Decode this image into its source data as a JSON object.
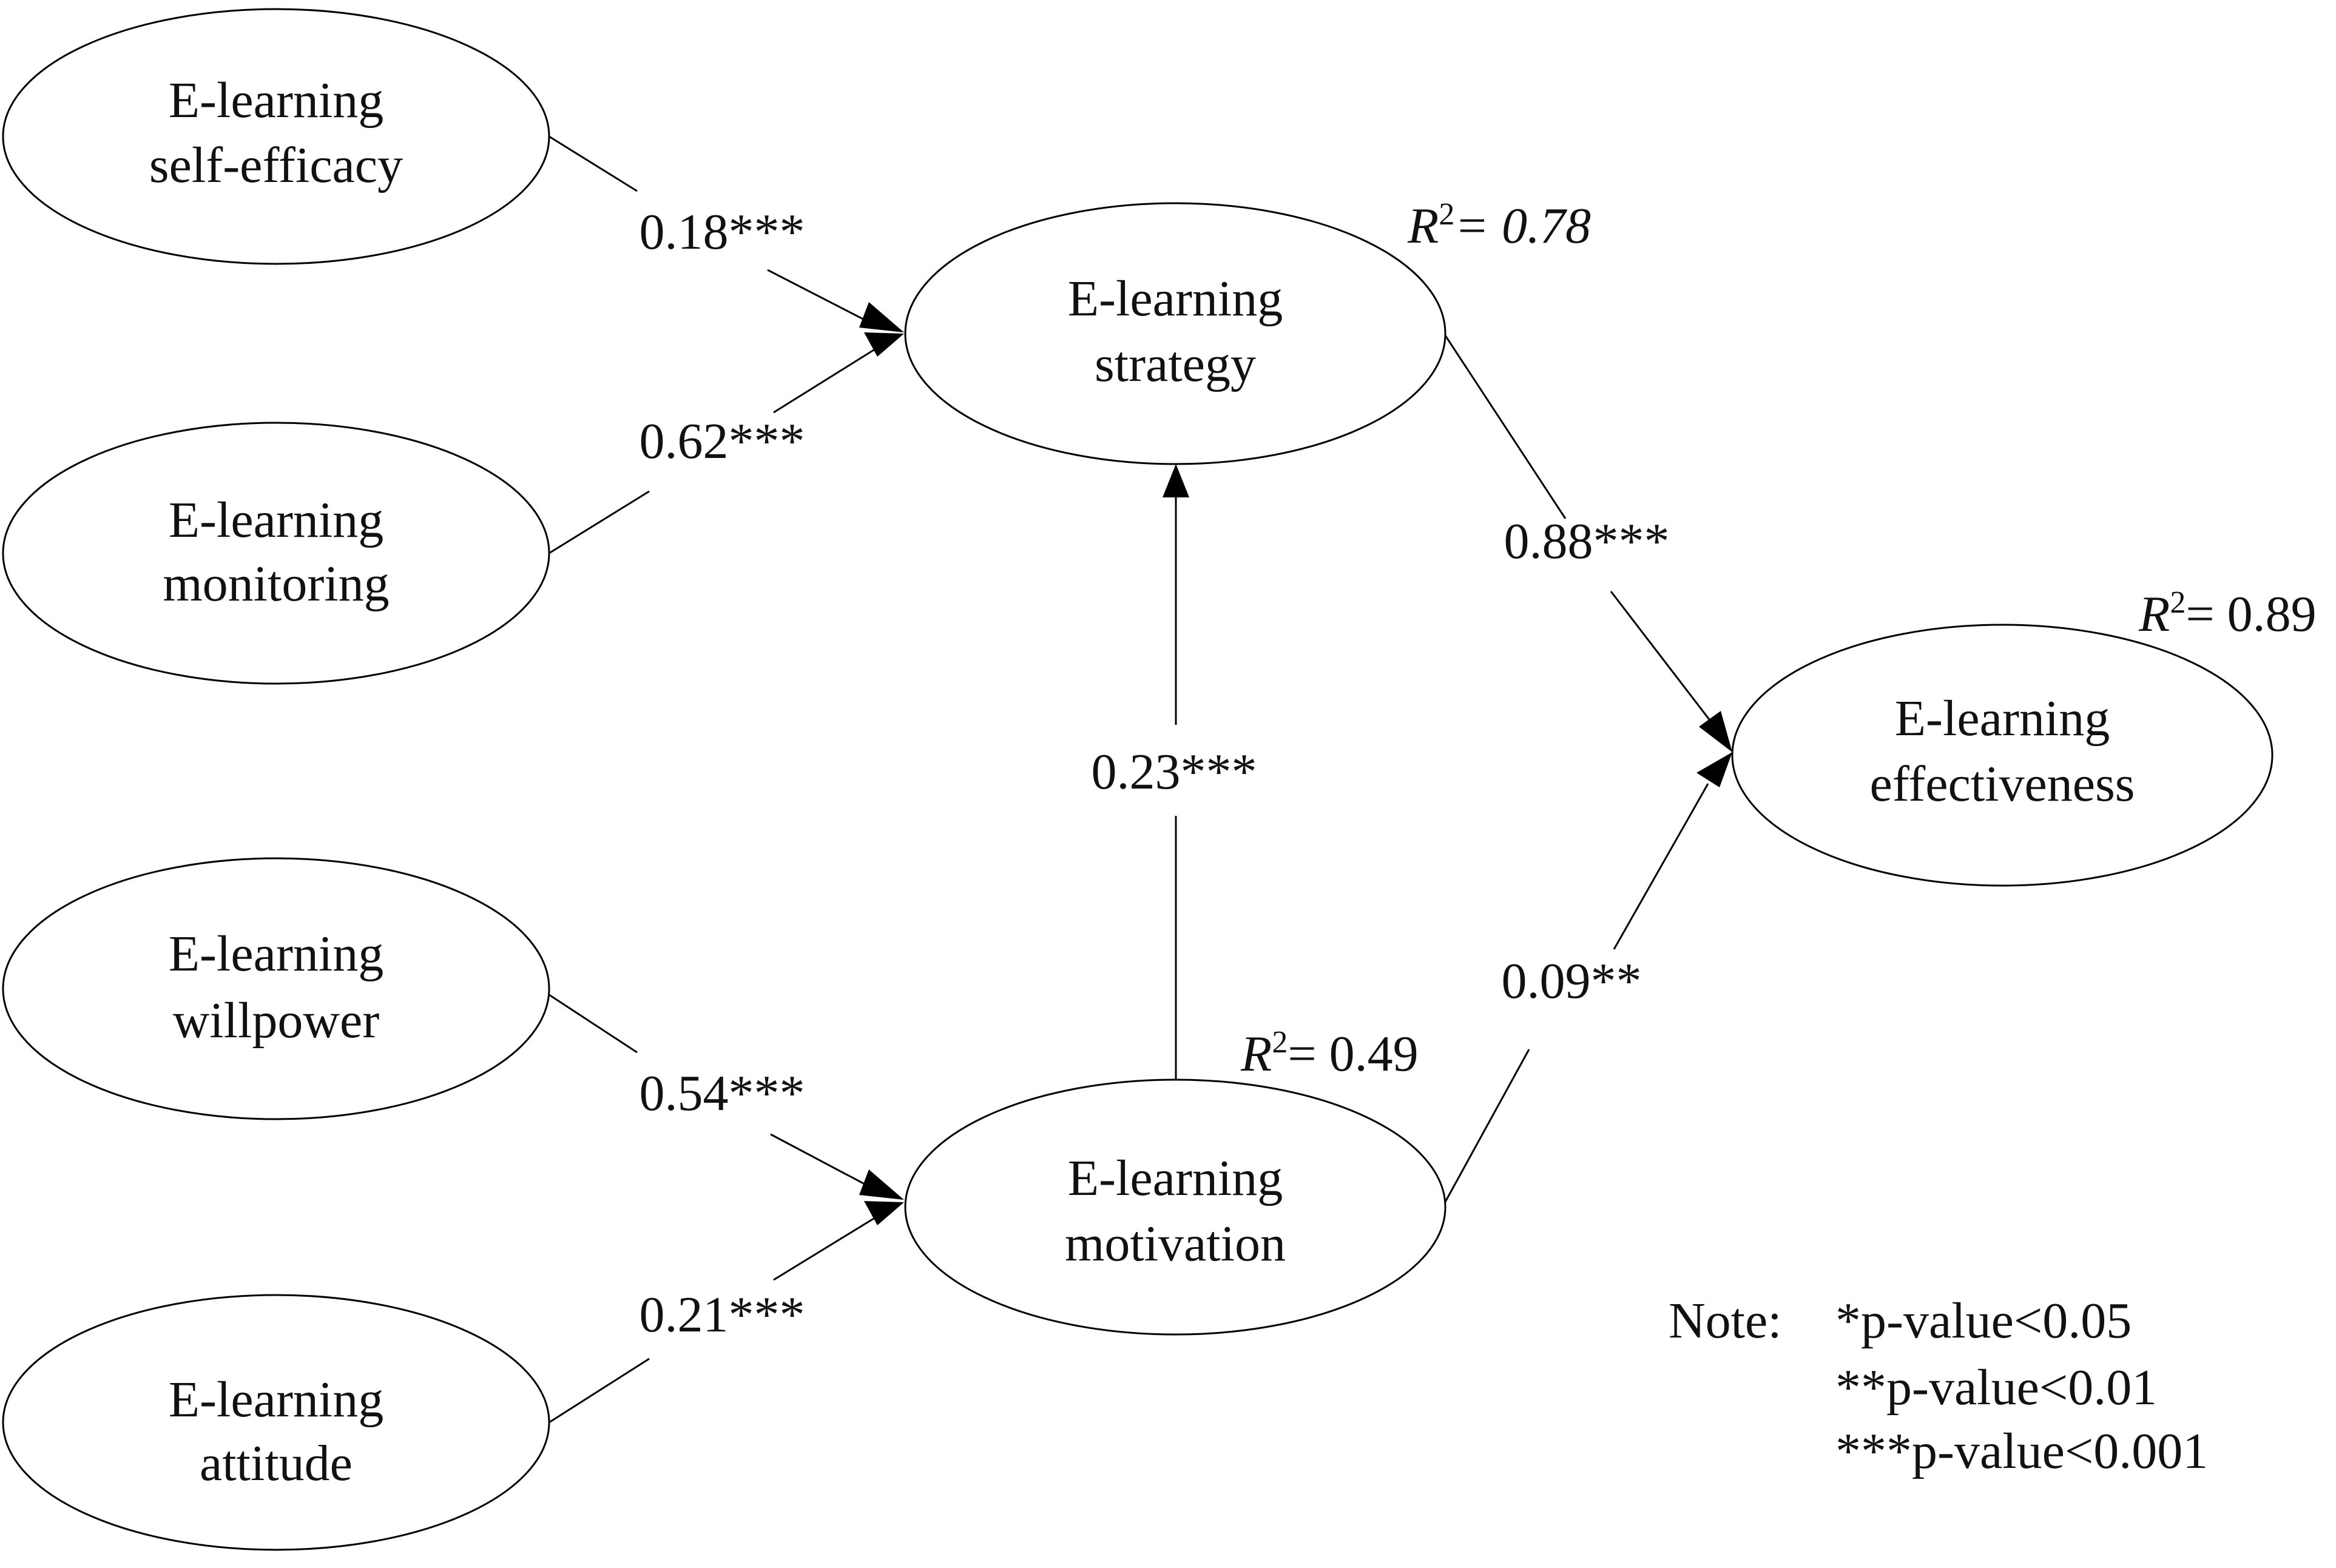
{
  "nodes": {
    "self_efficacy": {
      "line1": "E-learning",
      "line2": "self-efficacy"
    },
    "monitoring": {
      "line1": "E-learning",
      "line2": "monitoring"
    },
    "willpower": {
      "line1": "E-learning",
      "line2": "willpower"
    },
    "attitude": {
      "line1": "E-learning",
      "line2": "attitude"
    },
    "strategy": {
      "line1": "E-learning",
      "line2": "strategy"
    },
    "motivation": {
      "line1": "E-learning",
      "line2": "motivation"
    },
    "effectiveness": {
      "line1": "E-learning",
      "line2": "effectiveness"
    }
  },
  "paths": {
    "self_efficacy_to_strategy": "0.18***",
    "monitoring_to_strategy": "0.62***",
    "motivation_to_strategy": "0.23***",
    "willpower_to_motivation": "0.54***",
    "attitude_to_motivation": "0.21***",
    "strategy_to_effectiveness": "0.88***",
    "motivation_to_effectiveness": "0.09**"
  },
  "r_squared": {
    "symbol": "R",
    "superscript": "2",
    "strategy": "= 0.78",
    "motivation": "= 0.49",
    "effectiveness": "= 0.89"
  },
  "note": {
    "label": "Note:",
    "line1": "*p-value<0.05",
    "line2": "**p-value<0.01",
    "line3": "***p-value<0.001"
  }
}
